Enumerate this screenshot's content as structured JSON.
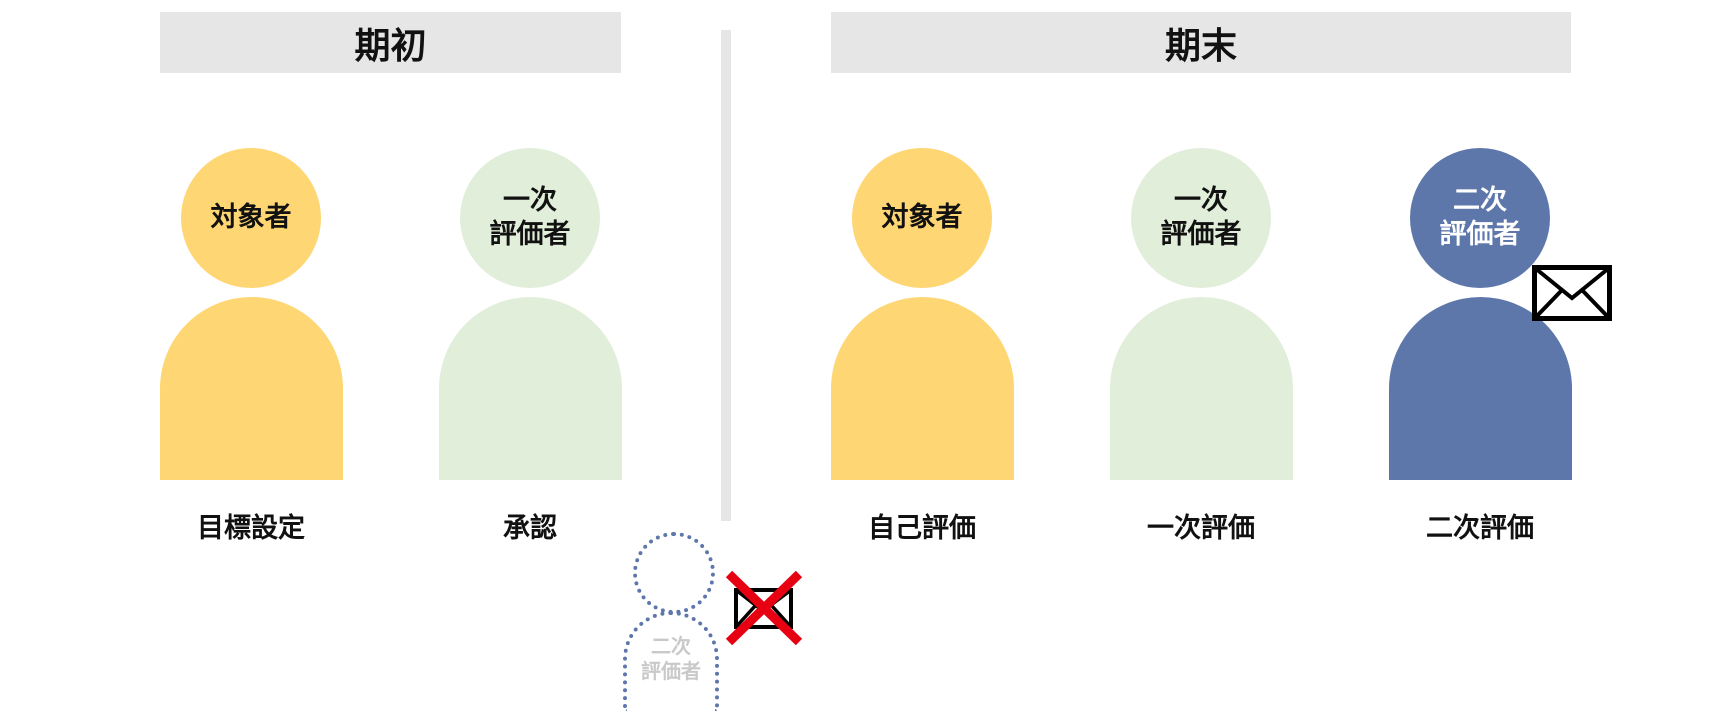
{
  "phases": [
    {
      "label": "期初"
    },
    {
      "label": "期末"
    }
  ],
  "people": [
    {
      "head": "対象者",
      "caption": "目標設定",
      "color": "#fed673"
    },
    {
      "head": "一次\n評価者",
      "caption": "承認",
      "color": "#e1eed9"
    },
    {
      "head": "対象者",
      "caption": "自己評価",
      "color": "#fed673"
    },
    {
      "head": "一次\n評価者",
      "caption": "一次評価",
      "color": "#e1eed9"
    },
    {
      "head": "二次\n評価者",
      "caption": "二次評価",
      "color": "#5e77ab"
    }
  ],
  "absent_evaluator": {
    "label": "二次\n評価者",
    "color": "#5e77ab"
  },
  "icons": {
    "notified": "envelope-icon",
    "not_notified": "envelope-crossed-icon",
    "cross_color": "#e60012"
  }
}
